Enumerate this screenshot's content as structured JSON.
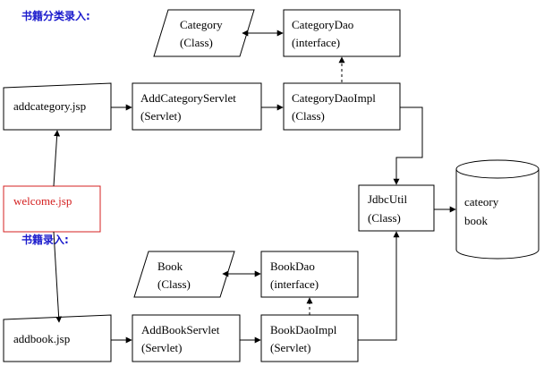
{
  "headings": {
    "category_section": "书籍分类录入:",
    "book_section": "书籍录入:"
  },
  "nodes": {
    "category": {
      "name": "Category",
      "kind": "(Class)"
    },
    "category_dao": {
      "name": "CategoryDao",
      "kind": "(interface)"
    },
    "addcategory_jsp": {
      "name": "addcategory.jsp"
    },
    "add_category_servlet": {
      "name": "AddCategoryServlet",
      "kind": "(Servlet)"
    },
    "category_dao_impl": {
      "name": "CategoryDaoImpl",
      "kind": "(Class)"
    },
    "welcome_jsp": {
      "name": "welcome.jsp"
    },
    "jdbc_util": {
      "name": "JdbcUtil",
      "kind": "(Class)"
    },
    "database": {
      "line1": "cateory",
      "line2": "book"
    },
    "book": {
      "name": "Book",
      "kind": "(Class)"
    },
    "book_dao": {
      "name": "BookDao",
      "kind": "(interface)"
    },
    "addbook_jsp": {
      "name": "addbook.jsp"
    },
    "add_book_servlet": {
      "name": "AddBookServlet",
      "kind": "(Servlet)"
    },
    "book_dao_impl": {
      "name": "BookDaoImpl",
      "kind": "(Servlet)"
    }
  },
  "colors": {
    "heading": "#1a1acc",
    "welcome": "#d42020",
    "line": "#000000"
  }
}
